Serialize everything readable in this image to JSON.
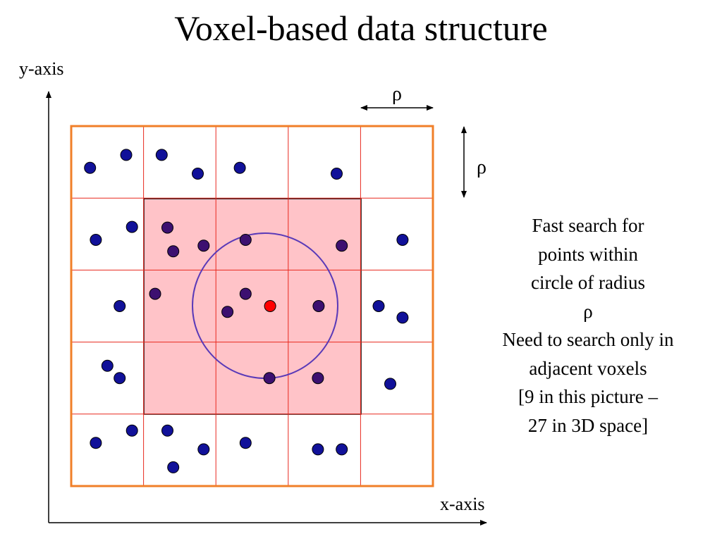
{
  "title": "Voxel-based data structure",
  "axes": {
    "y_label": "y-axis",
    "x_label": "x-axis"
  },
  "rho_symbol": "ρ",
  "description_lines": [
    "Fast search for",
    "points within",
    "circle of radius",
    "ρ",
    "Need to search only in",
    "adjacent voxels",
    "[9 in this picture –",
    "27 in 3D space]"
  ],
  "grid": {
    "columns": 5,
    "rows": 5,
    "highlight_block": {
      "col_start": 1,
      "row_start": 1,
      "cols": 3,
      "rows": 3
    }
  },
  "colors": {
    "grid_border": "#f07f28",
    "grid_lines": "#e8281e",
    "highlight_fill": "#ffc3c8",
    "point_outside": "#111199",
    "point_inside": "#3c1070",
    "query_point": "#ff0000",
    "circle": "#5a3ab8"
  },
  "points": [
    {
      "col": 0,
      "row": 0,
      "fx": 0.26,
      "fy": 0.58
    },
    {
      "col": 0,
      "row": 0,
      "fx": 0.76,
      "fy": 0.4
    },
    {
      "col": 1,
      "row": 0,
      "fx": 0.25,
      "fy": 0.4
    },
    {
      "col": 1,
      "row": 0,
      "fx": 0.75,
      "fy": 0.66
    },
    {
      "col": 2,
      "row": 0,
      "fx": 0.33,
      "fy": 0.58
    },
    {
      "col": 3,
      "row": 0,
      "fx": 0.67,
      "fy": 0.66
    },
    {
      "col": 0,
      "row": 1,
      "fx": 0.34,
      "fy": 0.58
    },
    {
      "col": 0,
      "row": 1,
      "fx": 0.84,
      "fy": 0.4
    },
    {
      "col": 1,
      "row": 1,
      "fx": 0.33,
      "fy": 0.41
    },
    {
      "col": 1,
      "row": 1,
      "fx": 0.41,
      "fy": 0.74
    },
    {
      "col": 1,
      "row": 1,
      "fx": 0.83,
      "fy": 0.66
    },
    {
      "col": 2,
      "row": 1,
      "fx": 0.41,
      "fy": 0.58
    },
    {
      "col": 3,
      "row": 1,
      "fx": 0.74,
      "fy": 0.66
    },
    {
      "col": 4,
      "row": 1,
      "fx": 0.58,
      "fy": 0.58
    },
    {
      "col": 0,
      "row": 2,
      "fx": 0.67,
      "fy": 0.5
    },
    {
      "col": 1,
      "row": 2,
      "fx": 0.16,
      "fy": 0.33
    },
    {
      "col": 2,
      "row": 2,
      "fx": 0.41,
      "fy": 0.33
    },
    {
      "col": 2,
      "row": 2,
      "fx": 0.16,
      "fy": 0.58
    },
    {
      "col": 3,
      "row": 2,
      "fx": 0.42,
      "fy": 0.5
    },
    {
      "col": 4,
      "row": 2,
      "fx": 0.25,
      "fy": 0.5
    },
    {
      "col": 4,
      "row": 2,
      "fx": 0.58,
      "fy": 0.66
    },
    {
      "col": 0,
      "row": 3,
      "fx": 0.5,
      "fy": 0.33
    },
    {
      "col": 0,
      "row": 3,
      "fx": 0.67,
      "fy": 0.5
    },
    {
      "col": 2,
      "row": 3,
      "fx": 0.74,
      "fy": 0.5
    },
    {
      "col": 3,
      "row": 3,
      "fx": 0.41,
      "fy": 0.5
    },
    {
      "col": 4,
      "row": 3,
      "fx": 0.41,
      "fy": 0.58
    },
    {
      "col": 0,
      "row": 4,
      "fx": 0.34,
      "fy": 0.4
    },
    {
      "col": 0,
      "row": 4,
      "fx": 0.84,
      "fy": 0.23
    },
    {
      "col": 1,
      "row": 4,
      "fx": 0.33,
      "fy": 0.23
    },
    {
      "col": 1,
      "row": 4,
      "fx": 0.41,
      "fy": 0.74
    },
    {
      "col": 1,
      "row": 4,
      "fx": 0.83,
      "fy": 0.49
    },
    {
      "col": 2,
      "row": 4,
      "fx": 0.41,
      "fy": 0.4
    },
    {
      "col": 3,
      "row": 4,
      "fx": 0.41,
      "fy": 0.49
    },
    {
      "col": 3,
      "row": 4,
      "fx": 0.74,
      "fy": 0.49
    }
  ],
  "query_point": {
    "col": 2,
    "row": 2,
    "fx": 0.75,
    "fy": 0.5
  }
}
